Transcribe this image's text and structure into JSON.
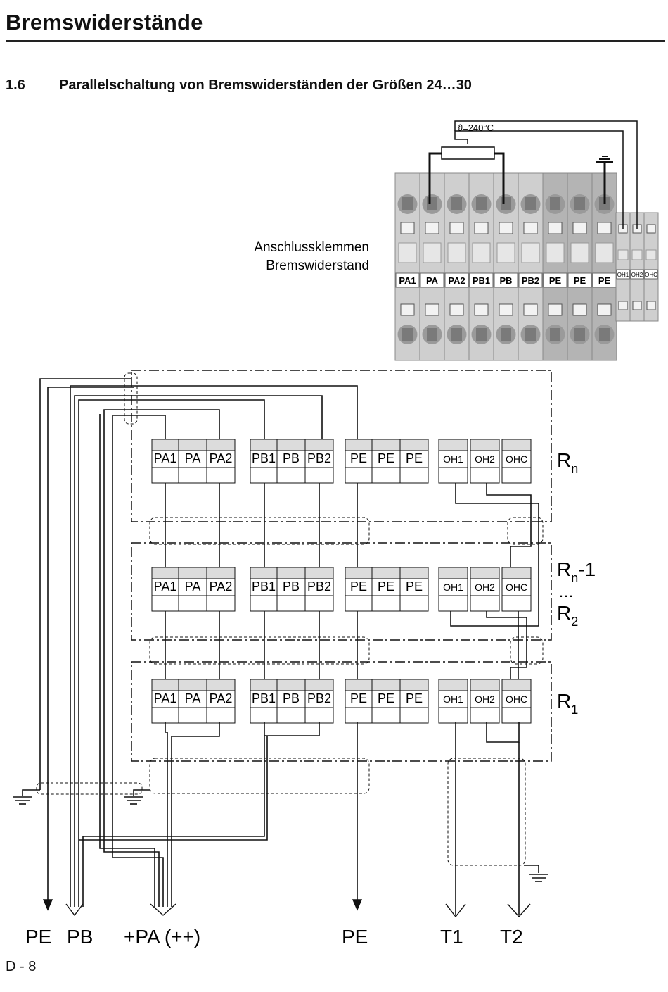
{
  "header": {
    "title": "Bremswiderstände"
  },
  "section": {
    "number": "1.6",
    "title": "Parallelschaltung von Bremswiderständen der Größen 24…30"
  },
  "photo": {
    "caption_line1": "Anschlussklemmen",
    "caption_line2": "Bremswiderstand",
    "temperature_label": "ϑ=240°C",
    "main_terminals": [
      "PA1",
      "PA",
      "PA2",
      "PB1",
      "PB",
      "PB2",
      "PE",
      "PE",
      "PE"
    ],
    "small_terminals": [
      "OH1",
      "OH2",
      "OHC"
    ]
  },
  "blocks": [
    {
      "id": "rn",
      "label": "R",
      "label_sub": "n",
      "label_suffix": "",
      "groups": [
        [
          "PA1",
          "PA",
          "PA2"
        ],
        [
          "PB1",
          "PB",
          "PB2"
        ],
        [
          "PE",
          "PE",
          "PE"
        ],
        [
          "OH1",
          "OH2",
          "OHC"
        ]
      ]
    },
    {
      "id": "rn1",
      "label": "R",
      "label_sub": "n",
      "label_suffix": "-1",
      "dots": "…",
      "label2": "R",
      "label2_sub": "2",
      "groups": [
        [
          "PA1",
          "PA",
          "PA2"
        ],
        [
          "PB1",
          "PB",
          "PB2"
        ],
        [
          "PE",
          "PE",
          "PE"
        ],
        [
          "OH1",
          "OH2",
          "OHC"
        ]
      ]
    },
    {
      "id": "r1",
      "label": "R",
      "label_sub": "1",
      "label_suffix": "",
      "groups": [
        [
          "PA1",
          "PA",
          "PA2"
        ],
        [
          "PB1",
          "PB",
          "PB2"
        ],
        [
          "PE",
          "PE",
          "PE"
        ],
        [
          "OH1",
          "OH2",
          "OHC"
        ]
      ]
    }
  ],
  "outputs": [
    {
      "id": "pe-left",
      "label": "PE"
    },
    {
      "id": "pb",
      "label": "PB"
    },
    {
      "id": "pa",
      "label": "+PA (++)"
    },
    {
      "id": "pe-mid",
      "label": "PE"
    },
    {
      "id": "t1",
      "label": "T1"
    },
    {
      "id": "t2",
      "label": "T2"
    }
  ],
  "footer": {
    "page": "D - 8"
  },
  "colors": {
    "line": "#111111",
    "terminal_fill": "#dcdcdc",
    "photo_body": "#c8c8c8",
    "photo_dark": "#8a8a8a"
  }
}
